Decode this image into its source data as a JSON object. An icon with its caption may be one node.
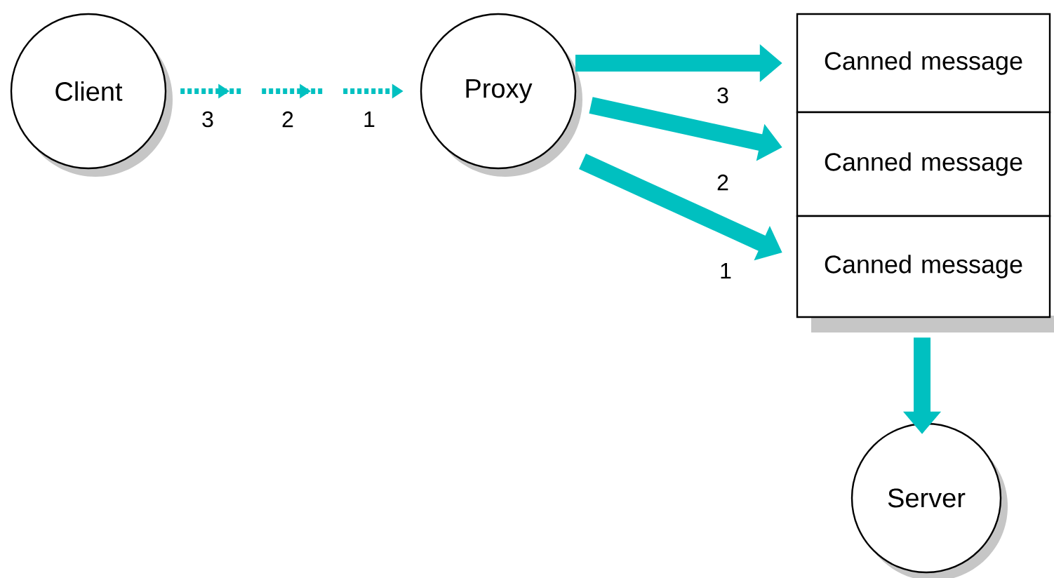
{
  "diagram": {
    "nodes": [
      {
        "text": [
          "Client"
        ]
      },
      {
        "text": [
          "Proxy"
        ]
      },
      {
        "text": [
          "Canned message"
        ]
      },
      {
        "text": [
          "Canned message"
        ]
      },
      {
        "text": [
          "Canned message"
        ]
      },
      {
        "text": [
          "Server"
        ]
      }
    ],
    "edges": [
      {
        "from": 0,
        "to": 1,
        "arrow": "to",
        "style": "dashed"
      },
      {
        "from": 1,
        "to": 2,
        "arrow": "to",
        "label": "3"
      },
      {
        "from": 1,
        "to": 3,
        "arrow": "to",
        "label": "2"
      },
      {
        "from": 1,
        "to": 4,
        "arrow": "to",
        "label": "1"
      },
      {
        "from": 4,
        "to": 5,
        "arrow": "to"
      }
    ],
    "labels": [
      "3",
      "2",
      "1"
    ]
  }
}
